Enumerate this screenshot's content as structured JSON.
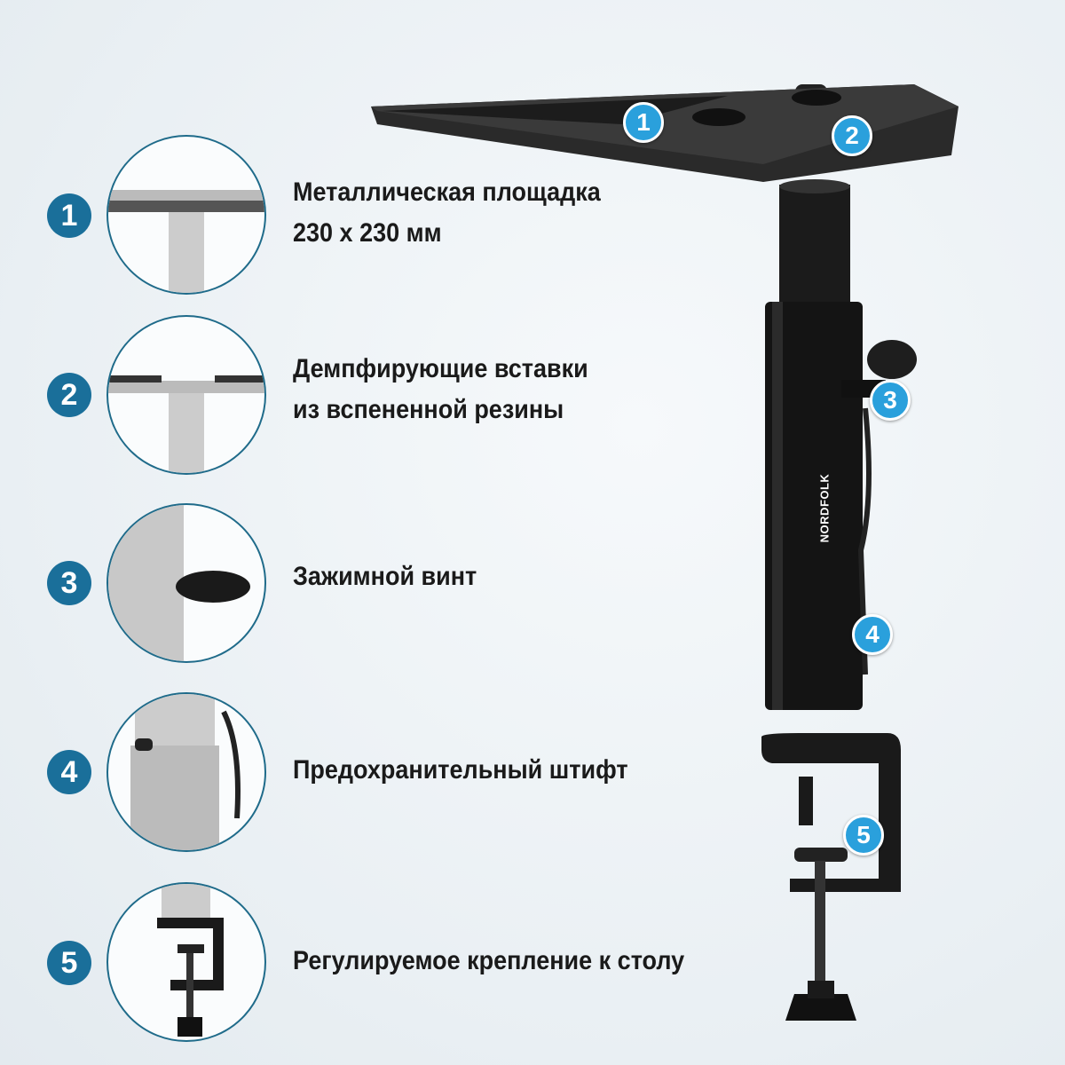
{
  "features": [
    {
      "number": "1",
      "lines": [
        "Металлическая площадка",
        "230 x 230 мм"
      ]
    },
    {
      "number": "2",
      "lines": [
        "Демпфирующие вставки",
        "из вспененной резины"
      ]
    },
    {
      "number": "3",
      "lines": [
        "Зажимной винт"
      ]
    },
    {
      "number": "4",
      "lines": [
        "Предохранительный штифт"
      ]
    },
    {
      "number": "5",
      "lines": [
        "Регулируемое крепление к столу"
      ]
    }
  ],
  "product_brand": "NORDFOLK",
  "colors": {
    "badge": "#1a6f9a",
    "callout": "#2aa0dc"
  }
}
